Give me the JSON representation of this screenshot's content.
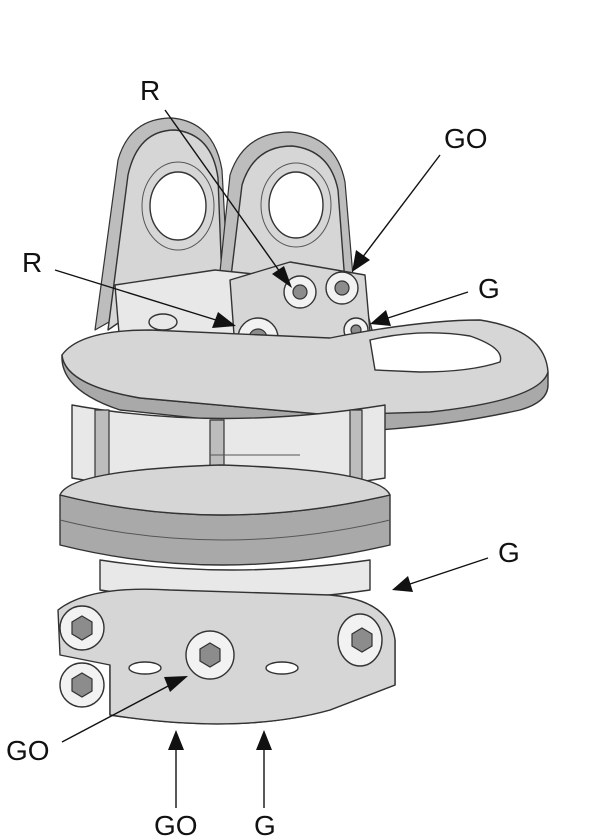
{
  "callouts": {
    "r_top": "R",
    "r_left": "R",
    "go_top": "GO",
    "g_top": "G",
    "g_right": "G",
    "go_left": "GO",
    "go_bottom": "GO",
    "g_bottom": "G"
  },
  "colors": {
    "line": "#111111",
    "metal": "#d6d6d6",
    "background": "#ffffff"
  }
}
